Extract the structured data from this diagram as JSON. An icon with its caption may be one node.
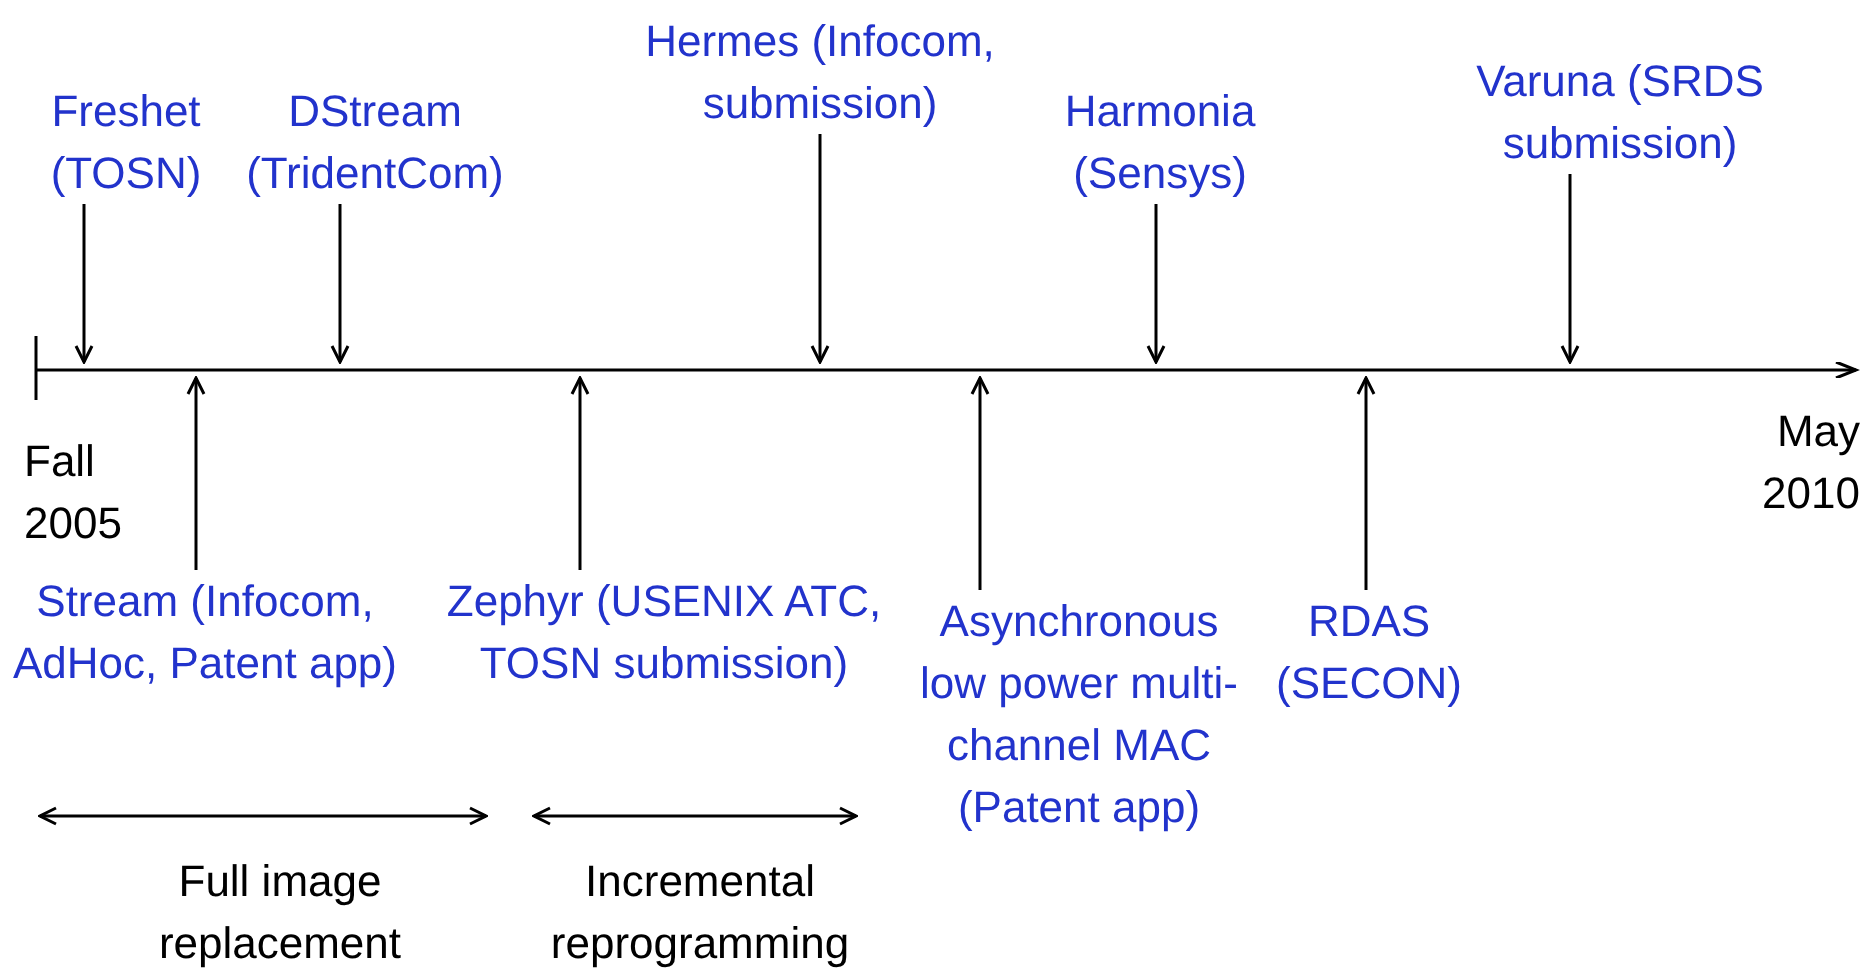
{
  "diagram": {
    "nodes": [
      {
        "text": [
          "Freshet (TOSN)"
        ]
      },
      {
        "text": [
          "DStream (TridentCom)"
        ]
      },
      {
        "text": [
          "Hermes (Infocom, submission)"
        ]
      },
      {
        "text": [
          "Harmonia (Sensys)"
        ]
      },
      {
        "text": [
          "Varuna (SRDS submission)"
        ]
      },
      {
        "text": [
          "Stream (Infocom, AdHoc, Patent app)"
        ]
      },
      {
        "text": [
          "Zephyr (USENIX ATC, TOSN submission)"
        ]
      },
      {
        "text": [
          "Asynchronous low power multi-channel MAC (Patent app)"
        ]
      },
      {
        "text": [
          "RDAS (SECON)"
        ]
      },
      {
        "text": [],
        "shape": "bar"
      }
    ],
    "edges": [
      {
        "from": 0,
        "to": 9,
        "arrow": "to"
      },
      {
        "from": 1,
        "to": 9,
        "arrow": "to"
      },
      {
        "from": 2,
        "to": 9,
        "arrow": "to"
      },
      {
        "from": 3,
        "to": 9,
        "arrow": "to"
      },
      {
        "from": 4,
        "to": 9,
        "arrow": "to"
      },
      {
        "from": 5,
        "to": 9,
        "arrow": "to"
      },
      {
        "from": 6,
        "to": 9,
        "arrow": "to"
      },
      {
        "from": 7,
        "to": 9,
        "arrow": "to"
      },
      {
        "from": 8,
        "to": 9,
        "arrow": "to"
      }
    ],
    "labels": [
      "Fall 2005",
      "May 2010",
      "Full image replacement",
      "Incremental reprogramming"
    ]
  }
}
